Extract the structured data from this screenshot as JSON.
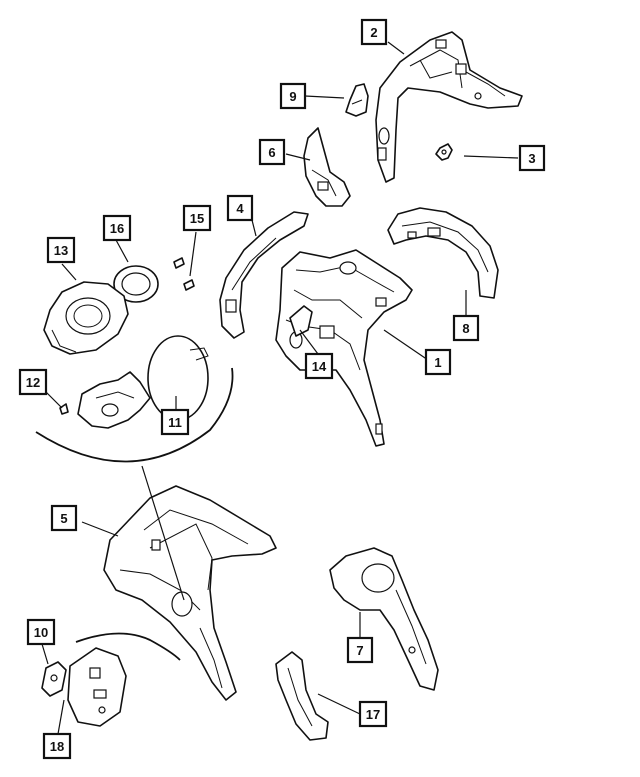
{
  "callouts": [
    {
      "id": "c1",
      "label": "1"
    },
    {
      "id": "c2",
      "label": "2"
    },
    {
      "id": "c3",
      "label": "3"
    },
    {
      "id": "c4",
      "label": "4"
    },
    {
      "id": "c5",
      "label": "5"
    },
    {
      "id": "c6",
      "label": "6"
    },
    {
      "id": "c7",
      "label": "7"
    },
    {
      "id": "c8",
      "label": "8"
    },
    {
      "id": "c9",
      "label": "9"
    },
    {
      "id": "c10",
      "label": "10"
    },
    {
      "id": "c11",
      "label": "11"
    },
    {
      "id": "c12",
      "label": "12"
    },
    {
      "id": "c13",
      "label": "13"
    },
    {
      "id": "c14",
      "label": "14"
    },
    {
      "id": "c15",
      "label": "15"
    },
    {
      "id": "c16",
      "label": "16"
    },
    {
      "id": "c17",
      "label": "17"
    },
    {
      "id": "c18",
      "label": "18"
    }
  ]
}
